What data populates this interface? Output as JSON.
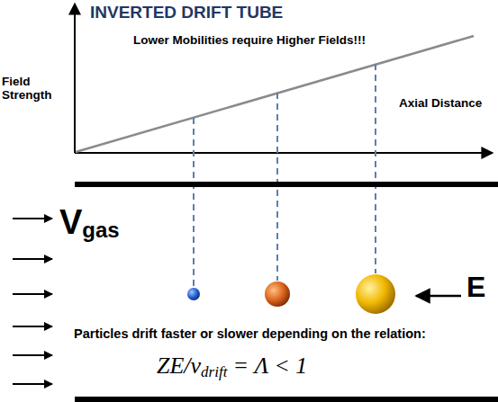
{
  "diagram": {
    "title": "INVERTED DRIFT TUBE",
    "labels": [
      "Lower Mobilities require Higher Fields!!!",
      "Field Strength",
      "Axial Distance",
      "V",
      "gas",
      "E",
      "Particles drift faster or slower depending on the relation:",
      "ZE/v",
      "drift",
      "= Λ < 1"
    ]
  }
}
